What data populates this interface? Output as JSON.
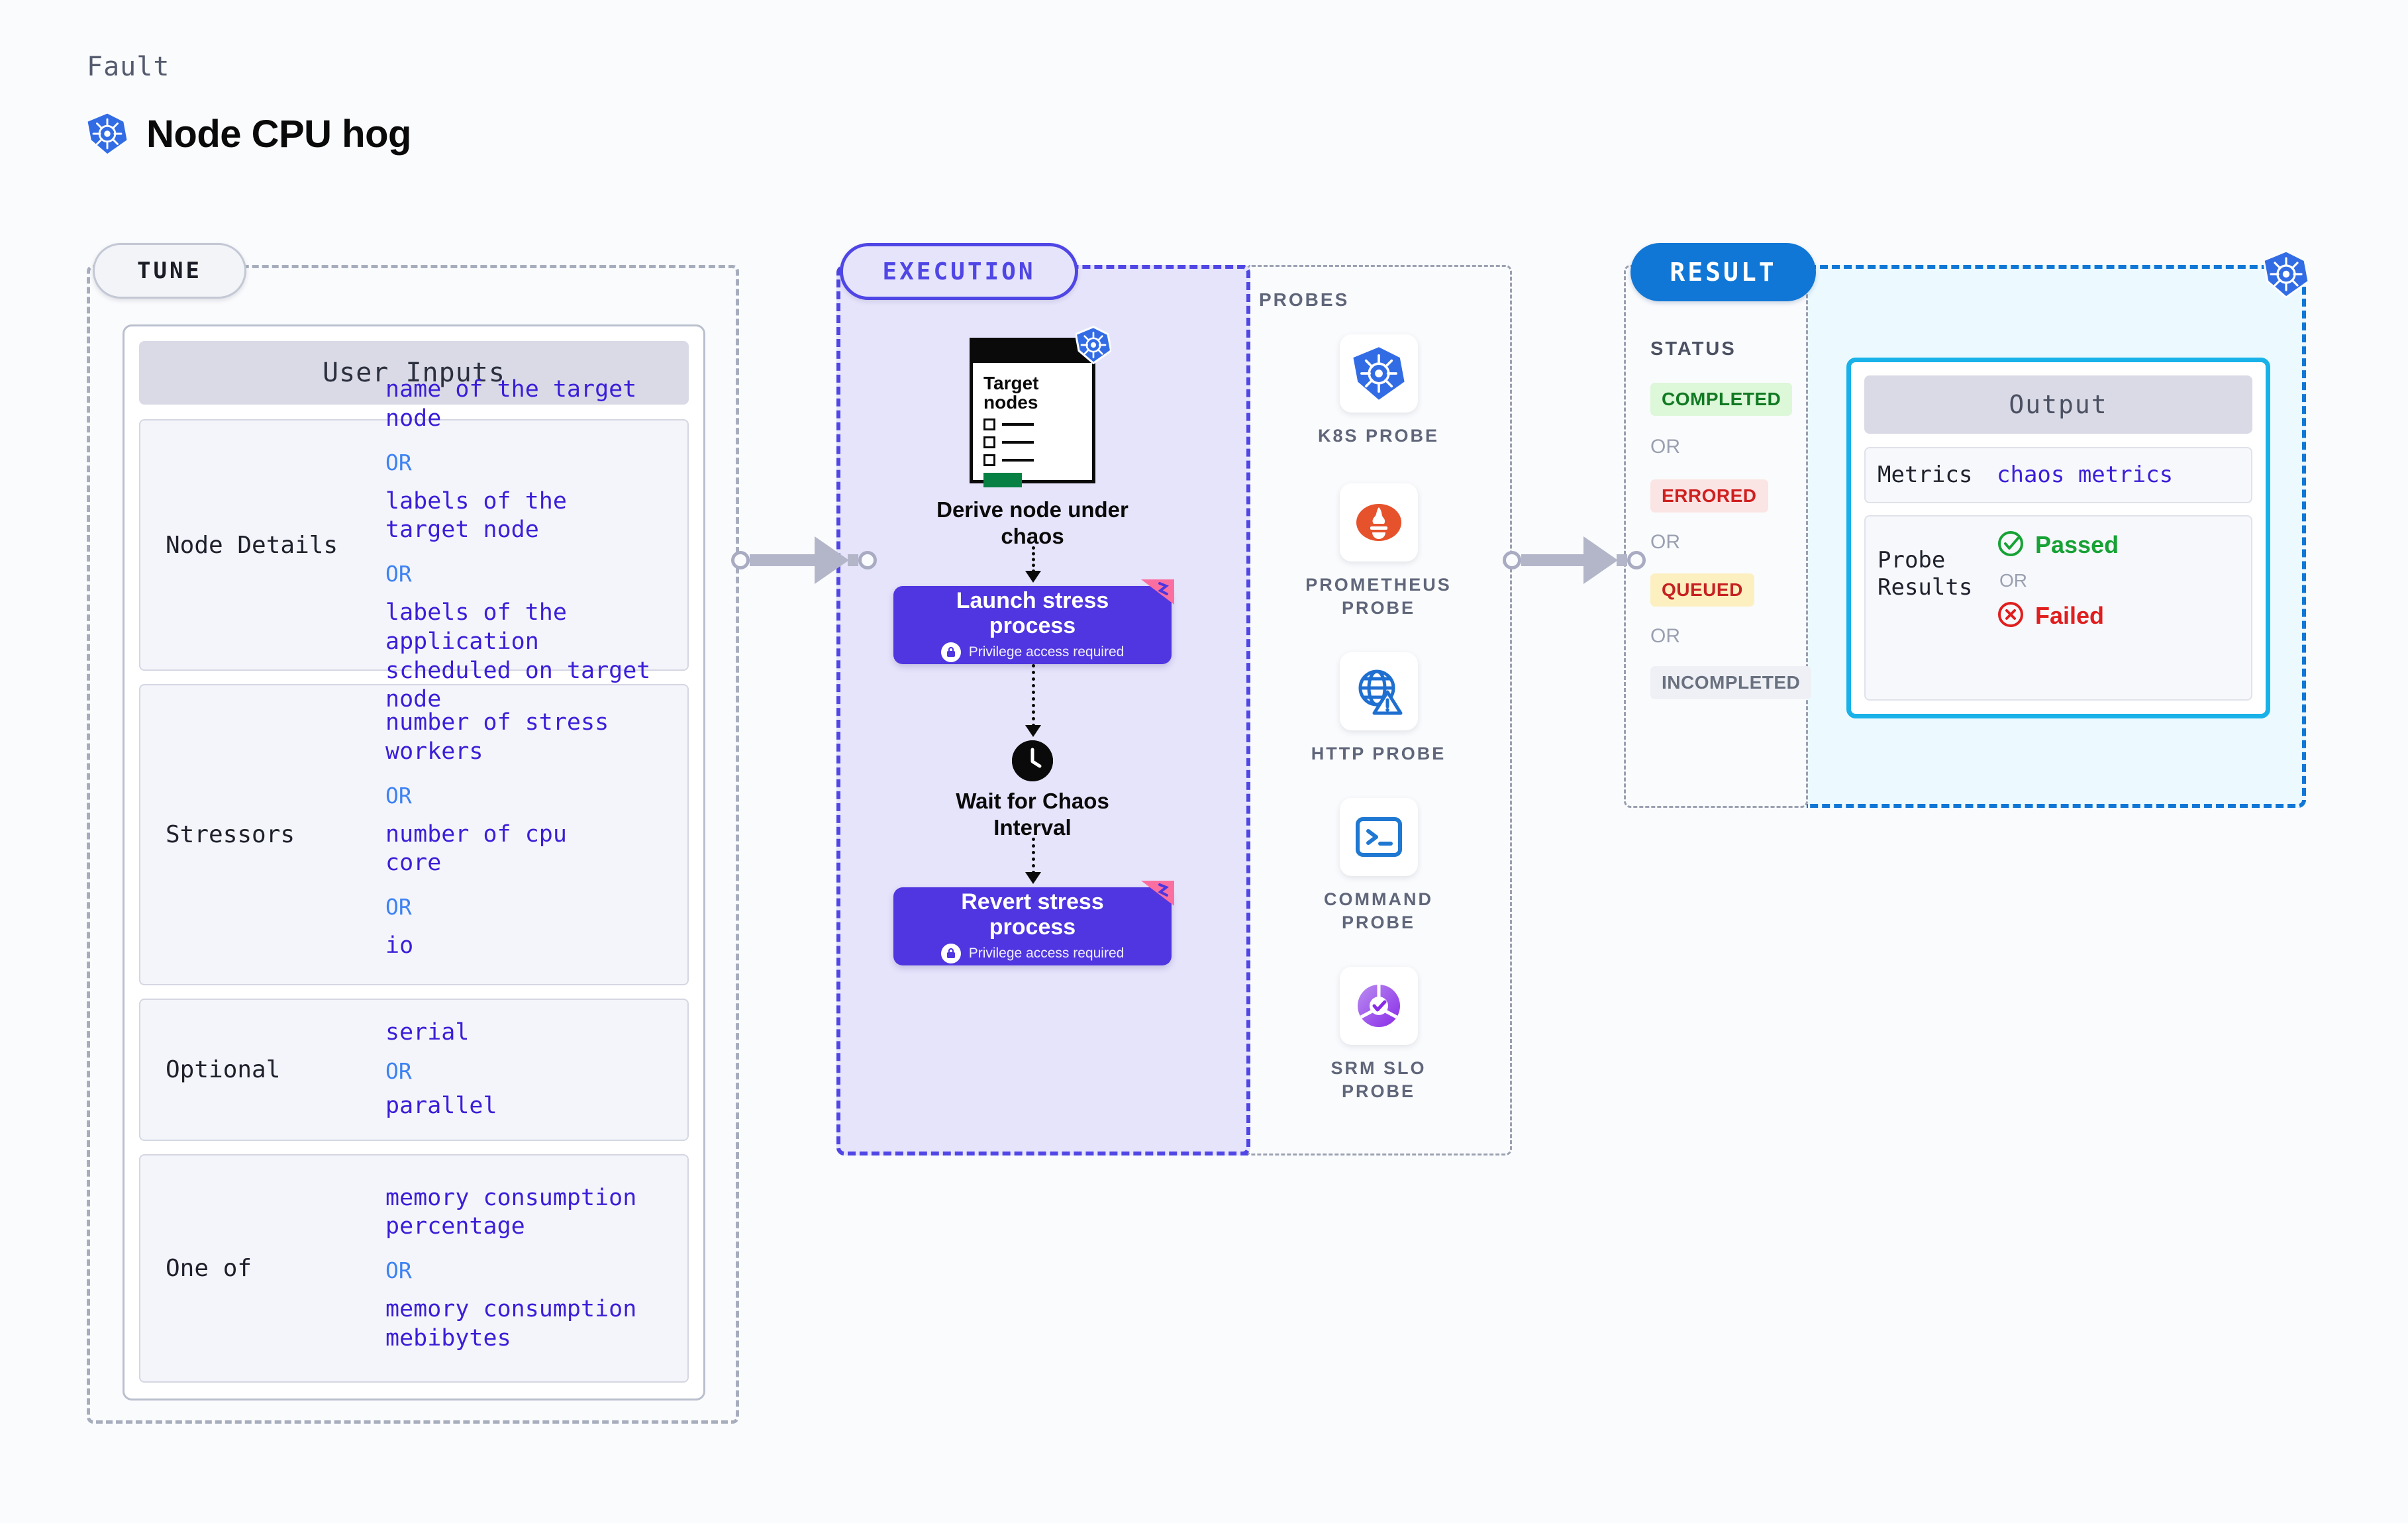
{
  "header": {
    "eyebrow": "Fault",
    "title": "Node CPU hog",
    "icon": "kubernetes-icon"
  },
  "tune": {
    "pill": "TUNE",
    "card_title": "User Inputs",
    "rows": [
      {
        "key": "Node Details",
        "values": [
          "name of the target\nnode",
          "labels of the\ntarget node",
          "labels of the application\n scheduled on target node"
        ],
        "separator": "OR"
      },
      {
        "key": "Stressors",
        "values": [
          "number of stress\nworkers",
          "number of cpu\ncore",
          "io"
        ],
        "separator": "OR"
      },
      {
        "key": "Optional",
        "values": [
          "serial",
          "parallel"
        ],
        "separator": "OR"
      },
      {
        "key": "One of",
        "values": [
          "memory consumption\npercentage",
          "memory consumption\nmebibytes"
        ],
        "separator": "OR"
      }
    ]
  },
  "execution": {
    "pill": "EXECUTION",
    "steps": [
      {
        "type": "node-card",
        "card_title": "Target\nnodes",
        "caption": "Derive node under\nchaos",
        "badge": "kubernetes-icon"
      },
      {
        "type": "process",
        "title": "Launch stress\nprocess",
        "note": "Privilege access required",
        "icon": "lock-icon",
        "ribbon": "chaos-ribbon"
      },
      {
        "type": "clock",
        "caption": "Wait for Chaos\nInterval",
        "icon": "clock-icon"
      },
      {
        "type": "process",
        "title": "Revert stress\nprocess",
        "note": "Privilege access required",
        "icon": "lock-icon",
        "ribbon": "chaos-ribbon"
      }
    ]
  },
  "probes": {
    "label": "PROBES",
    "items": [
      {
        "name": "K8S PROBE",
        "icon": "kubernetes-icon"
      },
      {
        "name": "PROMETHEUS\nPROBE",
        "icon": "prometheus-flame-icon"
      },
      {
        "name": "HTTP PROBE",
        "icon": "globe-warning-icon"
      },
      {
        "name": "COMMAND\nPROBE",
        "icon": "terminal-icon"
      },
      {
        "name": "SRM SLO\nPROBE",
        "icon": "slo-donut-check-icon"
      }
    ]
  },
  "result": {
    "pill": "RESULT",
    "status_label": "STATUS",
    "separator": "OR",
    "statuses": [
      {
        "label": "COMPLETED",
        "color": "#117a23",
        "bg": "#ddf7d9"
      },
      {
        "label": "ERRORED",
        "color": "#cf2020",
        "bg": "#fbe4e4"
      },
      {
        "label": "QUEUED",
        "color": "#c62222",
        "bg": "#fcf0c0"
      },
      {
        "label": "INCOMPLETED",
        "color": "#69707f",
        "bg": "#eef0f5"
      }
    ],
    "corner_icon": "kubernetes-icon",
    "output": {
      "title": "Output",
      "metrics_key": "Metrics",
      "metrics_value": "chaos metrics",
      "probe_key": "Probe\nResults",
      "passed": "Passed",
      "failed": "Failed",
      "separator": "OR",
      "passed_icon": "check-circle-icon",
      "failed_icon": "x-circle-icon"
    }
  },
  "colors": {
    "indigo": "#4f46e5",
    "blue": "#1177d6",
    "cyan": "#19b2e8",
    "process": "#4f36e0",
    "k8s_blue": "#326ce5",
    "pink_ribbon": "#fb6fa0"
  }
}
